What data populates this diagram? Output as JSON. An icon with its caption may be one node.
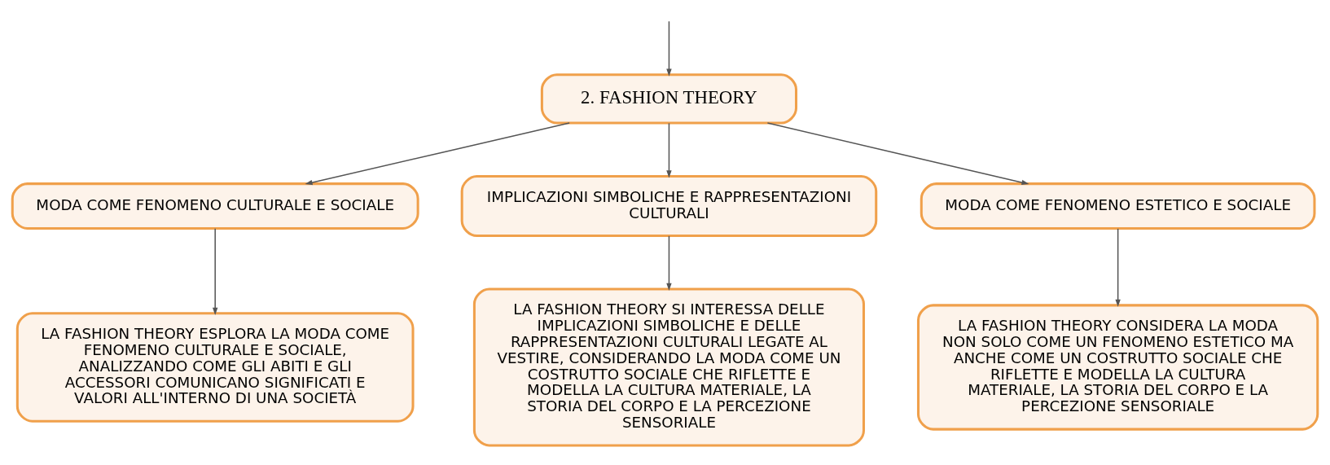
{
  "diagram": {
    "nodes": [
      {
        "text": [
          "2. FASHION THEORY"
        ]
      },
      {
        "text": [
          "MODA COME FENOMENO CULTURALE E SOCIALE"
        ]
      },
      {
        "text": [
          "IMPLICAZIONI SIMBOLICHE E RAPPRESENTAZIONI CULTURALI"
        ]
      },
      {
        "text": [
          "MODA COME FENOMENO ESTETICO E SOCIALE"
        ]
      },
      {
        "text": [
          "LA FASHION THEORY ESPLORA LA MODA COME FENOMENO CULTURALE E SOCIALE, ANALIZZANDO COME GLI ABITI E GLI ACCESSORI COMUNICANO SIGNIFICATI E VALORI ALL'INTERNO DI UNA SOCIETÀ"
        ]
      },
      {
        "text": [
          "LA FASHION THEORY SI INTERESSA DELLE IMPLICAZIONI SIMBOLICHE E DELLE RAPPRESENTAZIONI CULTURALI LEGATE AL VESTIRE, CONSIDERANDO LA MODA COME UN COSTRUTTO SOCIALE CHE RIFLETTE E MODELLA LA CULTURA MATERIALE, LA STORIA DEL CORPO E LA PERCEZIONE SENSORIALE"
        ]
      },
      {
        "text": [
          "LA FASHION THEORY CONSIDERA LA MODA NON SOLO COME UN FENOMENO ESTETICO MA ANCHE COME UN COSTRUTTO SOCIALE CHE RIFLETTE E MODELLA LA CULTURA MATERIALE, LA STORIA DEL CORPO E LA PERCEZIONE SENSORIALE"
        ]
      }
    ],
    "edges": [
      {
        "from": null,
        "to": 0,
        "arrow": "to"
      },
      {
        "from": 0,
        "to": 1,
        "arrow": "to"
      },
      {
        "from": 0,
        "to": 2,
        "arrow": "to"
      },
      {
        "from": 0,
        "to": 3,
        "arrow": "to"
      },
      {
        "from": 1,
        "to": 4,
        "arrow": "to"
      },
      {
        "from": 2,
        "to": 5,
        "arrow": "to"
      },
      {
        "from": 3,
        "to": 6,
        "arrow": "to"
      }
    ]
  }
}
